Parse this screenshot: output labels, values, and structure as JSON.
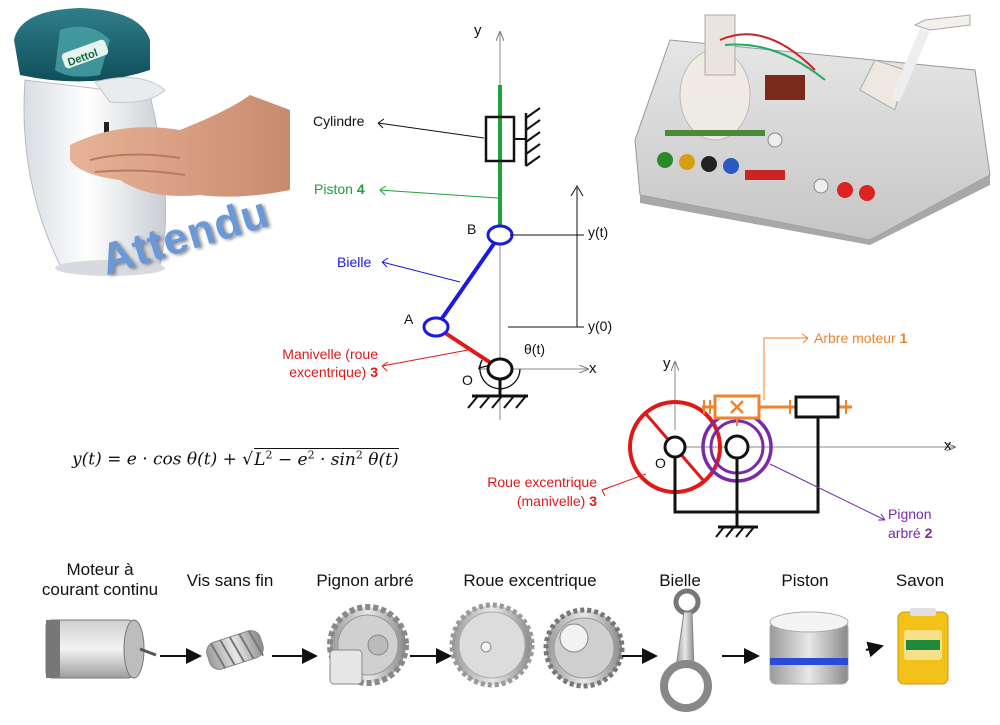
{
  "title_word": "Attendu",
  "formula": {
    "lhs": "y(t) = e · cos θ(t) + ",
    "radicand_a": "L",
    "radicand_b": " − e",
    "radicand_c": " · sin",
    "radicand_d": " θ(t)",
    "exp": "2"
  },
  "mechanism": {
    "axis_y": "y",
    "axis_x": "x",
    "cylindre": "Cylindre",
    "piston": "Piston ",
    "piston_num": "4",
    "bielle": "Bielle",
    "manivelle_line1": "Manivelle (roue",
    "manivelle_line2": "excentrique) ",
    "manivelle_num": "3",
    "point_b": "B",
    "point_a": "A",
    "point_o": "O",
    "y_t": "y(t)",
    "y_0": "y(0)",
    "theta": "θ(t)"
  },
  "gear_diagram": {
    "axis_y": "y",
    "axis_x": "x",
    "point_o": "O",
    "arbre_moteur": "Arbre moteur ",
    "arbre_num": "1",
    "roue_line1": "Roue excentrique",
    "roue_line2": "(manivelle) ",
    "roue_num": "3",
    "pignon_line1": "Pignon",
    "pignon_line2": "arbré ",
    "pignon_num": "2"
  },
  "dettol_label": "Dettol",
  "chain": [
    {
      "label": "Moteur à\ncourant continu"
    },
    {
      "label": "Vis sans fin"
    },
    {
      "label": "Pignon arbré"
    },
    {
      "label": "Roue excentrique"
    },
    {
      "label": "Bielle"
    },
    {
      "label": "Piston"
    },
    {
      "label": "Savon"
    }
  ],
  "colors": {
    "piston": "#1ea23a",
    "bielle": "#1a1ae0",
    "manivelle": "#e01818",
    "arbre": "#f0822c",
    "pignon": "#7a2aa8",
    "attendu": "#6a98d8"
  }
}
